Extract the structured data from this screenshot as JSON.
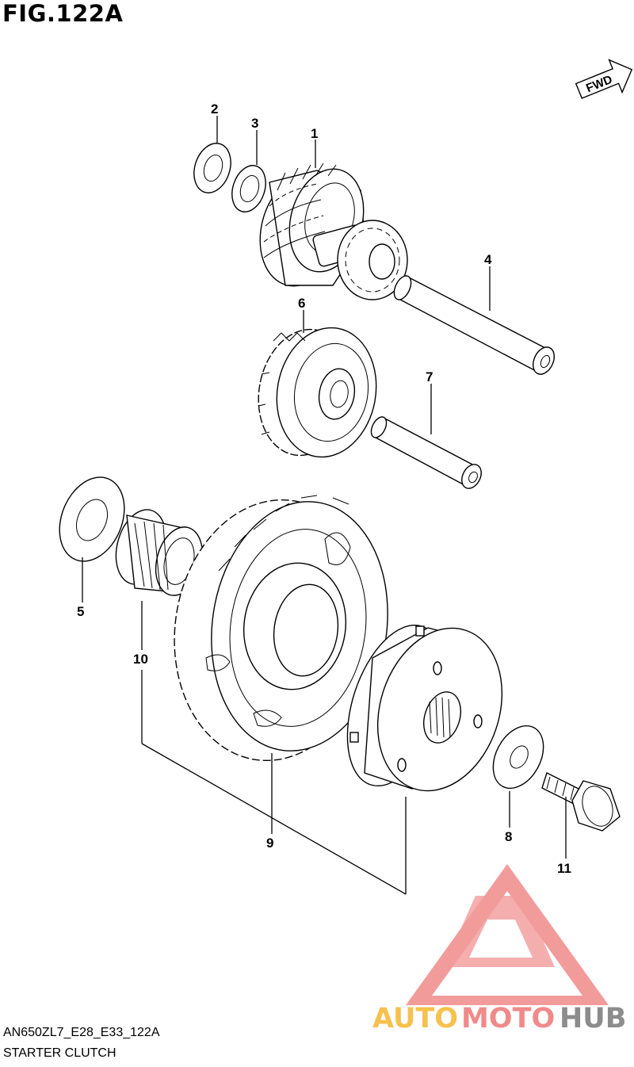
{
  "figure": {
    "number": "FIG.122A",
    "fwd_label": "FWD",
    "drawing_code": "AN650ZL7_E28_E33_122A",
    "caption": "STARTER CLUTCH"
  },
  "callouts": [
    {
      "id": "1",
      "label": "1"
    },
    {
      "id": "2",
      "label": "2"
    },
    {
      "id": "3",
      "label": "3"
    },
    {
      "id": "4",
      "label": "4"
    },
    {
      "id": "5",
      "label": "5"
    },
    {
      "id": "6",
      "label": "6"
    },
    {
      "id": "7",
      "label": "7"
    },
    {
      "id": "8",
      "label": "8"
    },
    {
      "id": "9",
      "label": "9"
    },
    {
      "id": "10",
      "label": "10"
    },
    {
      "id": "11",
      "label": "11"
    }
  ],
  "watermark": {
    "words": [
      "AUTO",
      "MOTO",
      "HUB"
    ],
    "colors": {
      "auto": "#f6c14e",
      "moto": "#f08a8a",
      "hub": "#8c8c8c",
      "logo": "#f08a8a"
    }
  }
}
